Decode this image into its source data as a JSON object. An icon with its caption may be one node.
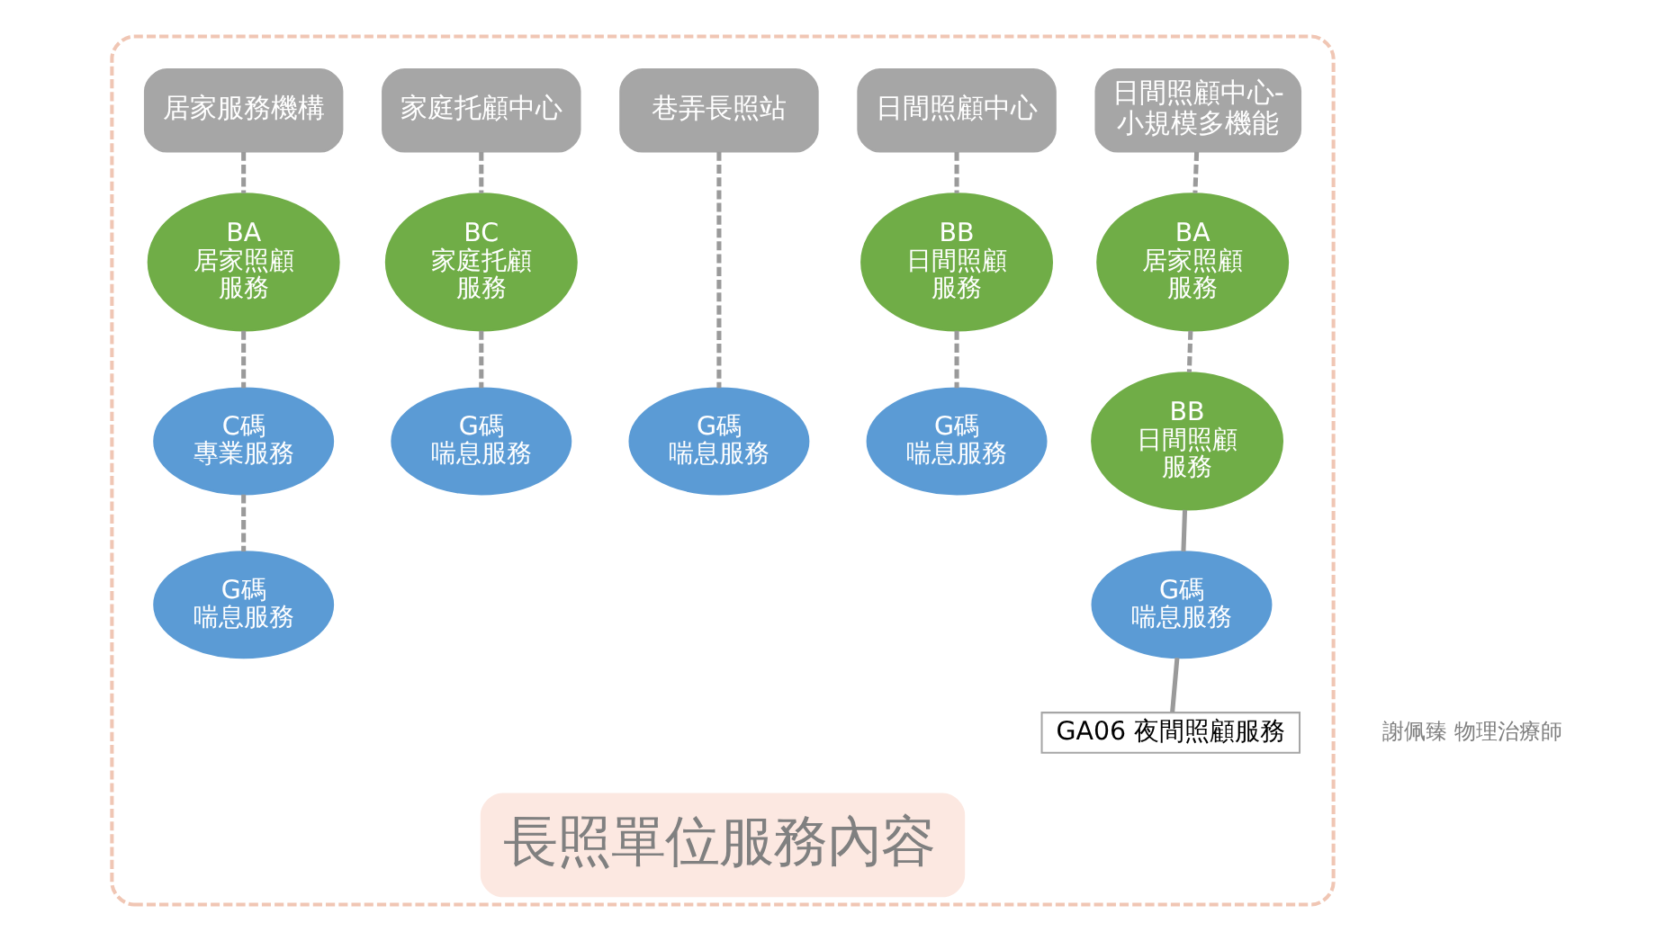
{
  "diagram": {
    "nodes": [
      {
        "text": [
          "長照單位服務內容"
        ]
      },
      {
        "text": [
          "居家服務機構"
        ],
        "in": 0
      },
      {
        "text": [
          "BA",
          "居家照顧服務"
        ],
        "in": 0
      },
      {
        "text": [
          "C碼",
          "專業服務"
        ],
        "in": 0
      },
      {
        "text": [
          "G碼",
          "喘息服務"
        ],
        "in": 0
      },
      {
        "text": [
          "家庭托顧中心"
        ],
        "in": 0
      },
      {
        "text": [
          "BC",
          "家庭托顧服務"
        ],
        "in": 0
      },
      {
        "text": [
          "G碼",
          "喘息服務"
        ],
        "in": 0
      },
      {
        "text": [
          "巷弄長照站"
        ],
        "in": 0
      },
      {
        "text": [
          "G碼",
          "喘息服務"
        ],
        "in": 0
      },
      {
        "text": [
          "日間照顧中心"
        ],
        "in": 0
      },
      {
        "text": [
          "BB",
          "日間照顧服務"
        ],
        "in": 0
      },
      {
        "text": [
          "G碼",
          "喘息服務"
        ],
        "in": 0
      },
      {
        "text": [
          "日間照顧中心-小規模多機能"
        ],
        "in": 0
      },
      {
        "text": [
          "BA",
          "居家照顧服務"
        ],
        "in": 0
      },
      {
        "text": [
          "BB",
          "日間照顧服務"
        ],
        "in": 0
      },
      {
        "text": [
          "G碼",
          "喘息服務"
        ],
        "in": 0
      },
      {
        "text": [
          "GA06 夜間照顧服務"
        ],
        "in": 0
      }
    ],
    "edges": [
      {
        "from": 1,
        "to": 2,
        "arrow": "none",
        "style": "dashed"
      },
      {
        "from": 2,
        "to": 3,
        "arrow": "none",
        "style": "dashed"
      },
      {
        "from": 3,
        "to": 4,
        "arrow": "none",
        "style": "dashed"
      },
      {
        "from": 5,
        "to": 6,
        "arrow": "none",
        "style": "dashed"
      },
      {
        "from": 6,
        "to": 7,
        "arrow": "none",
        "style": "dashed"
      },
      {
        "from": 8,
        "to": 9,
        "arrow": "none",
        "style": "dashed"
      },
      {
        "from": 10,
        "to": 11,
        "arrow": "none",
        "style": "dashed"
      },
      {
        "from": 11,
        "to": 12,
        "arrow": "none",
        "style": "dashed"
      },
      {
        "from": 13,
        "to": 14,
        "arrow": "none",
        "style": "dashed"
      },
      {
        "from": 14,
        "to": 15,
        "arrow": "none",
        "style": "dashed"
      },
      {
        "from": 15,
        "to": 16,
        "arrow": "none"
      },
      {
        "from": 16,
        "to": 17,
        "arrow": "none"
      }
    ],
    "labels": [
      "謝佩臻 物理治療師"
    ]
  }
}
